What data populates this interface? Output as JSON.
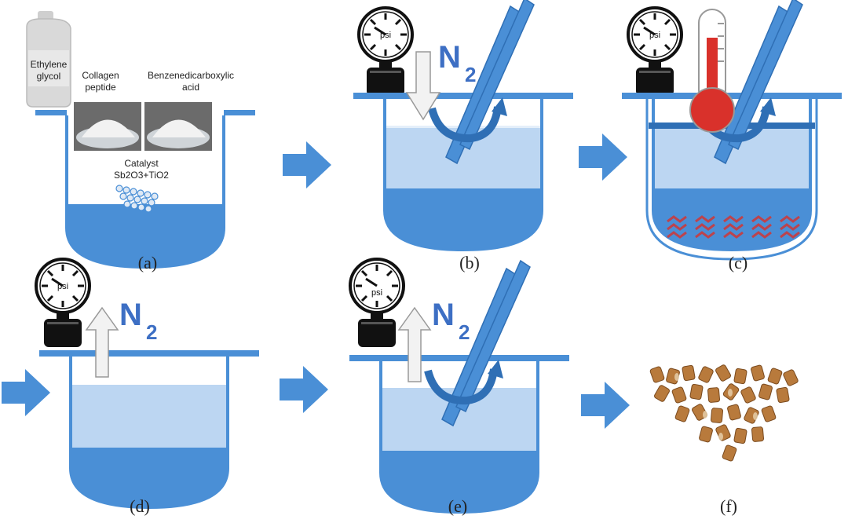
{
  "panels": {
    "a": {
      "label": "(a)",
      "bottle_label": "Ethylene glycol",
      "collagen_label": "Collagen peptide",
      "acid_label": "Benzenedicarboxylic acid",
      "catalyst_label": "Catalyst",
      "catalyst_formula": "Sb2O3+TiO2"
    },
    "b": {
      "label": "(b)",
      "gauge_unit": "psi",
      "gas": "N",
      "gas_sub": "2"
    },
    "c": {
      "label": "(c)",
      "gauge_unit": "psi"
    },
    "d": {
      "label": "(d)",
      "gauge_unit": "psi",
      "gas": "N",
      "gas_sub": "2"
    },
    "e": {
      "label": "(e)",
      "gauge_unit": "psi",
      "gas": "N",
      "gas_sub": "2"
    },
    "f": {
      "label": "(f)"
    }
  },
  "colors": {
    "vessel_blue": "#4a8fd6",
    "liquid_light": "#bcd6f2",
    "arrow_blue": "#4a8fd6",
    "gas_text": "#3d6fc4",
    "thermo_red": "#d9312b",
    "pellet_brown": "#b87a3c"
  }
}
